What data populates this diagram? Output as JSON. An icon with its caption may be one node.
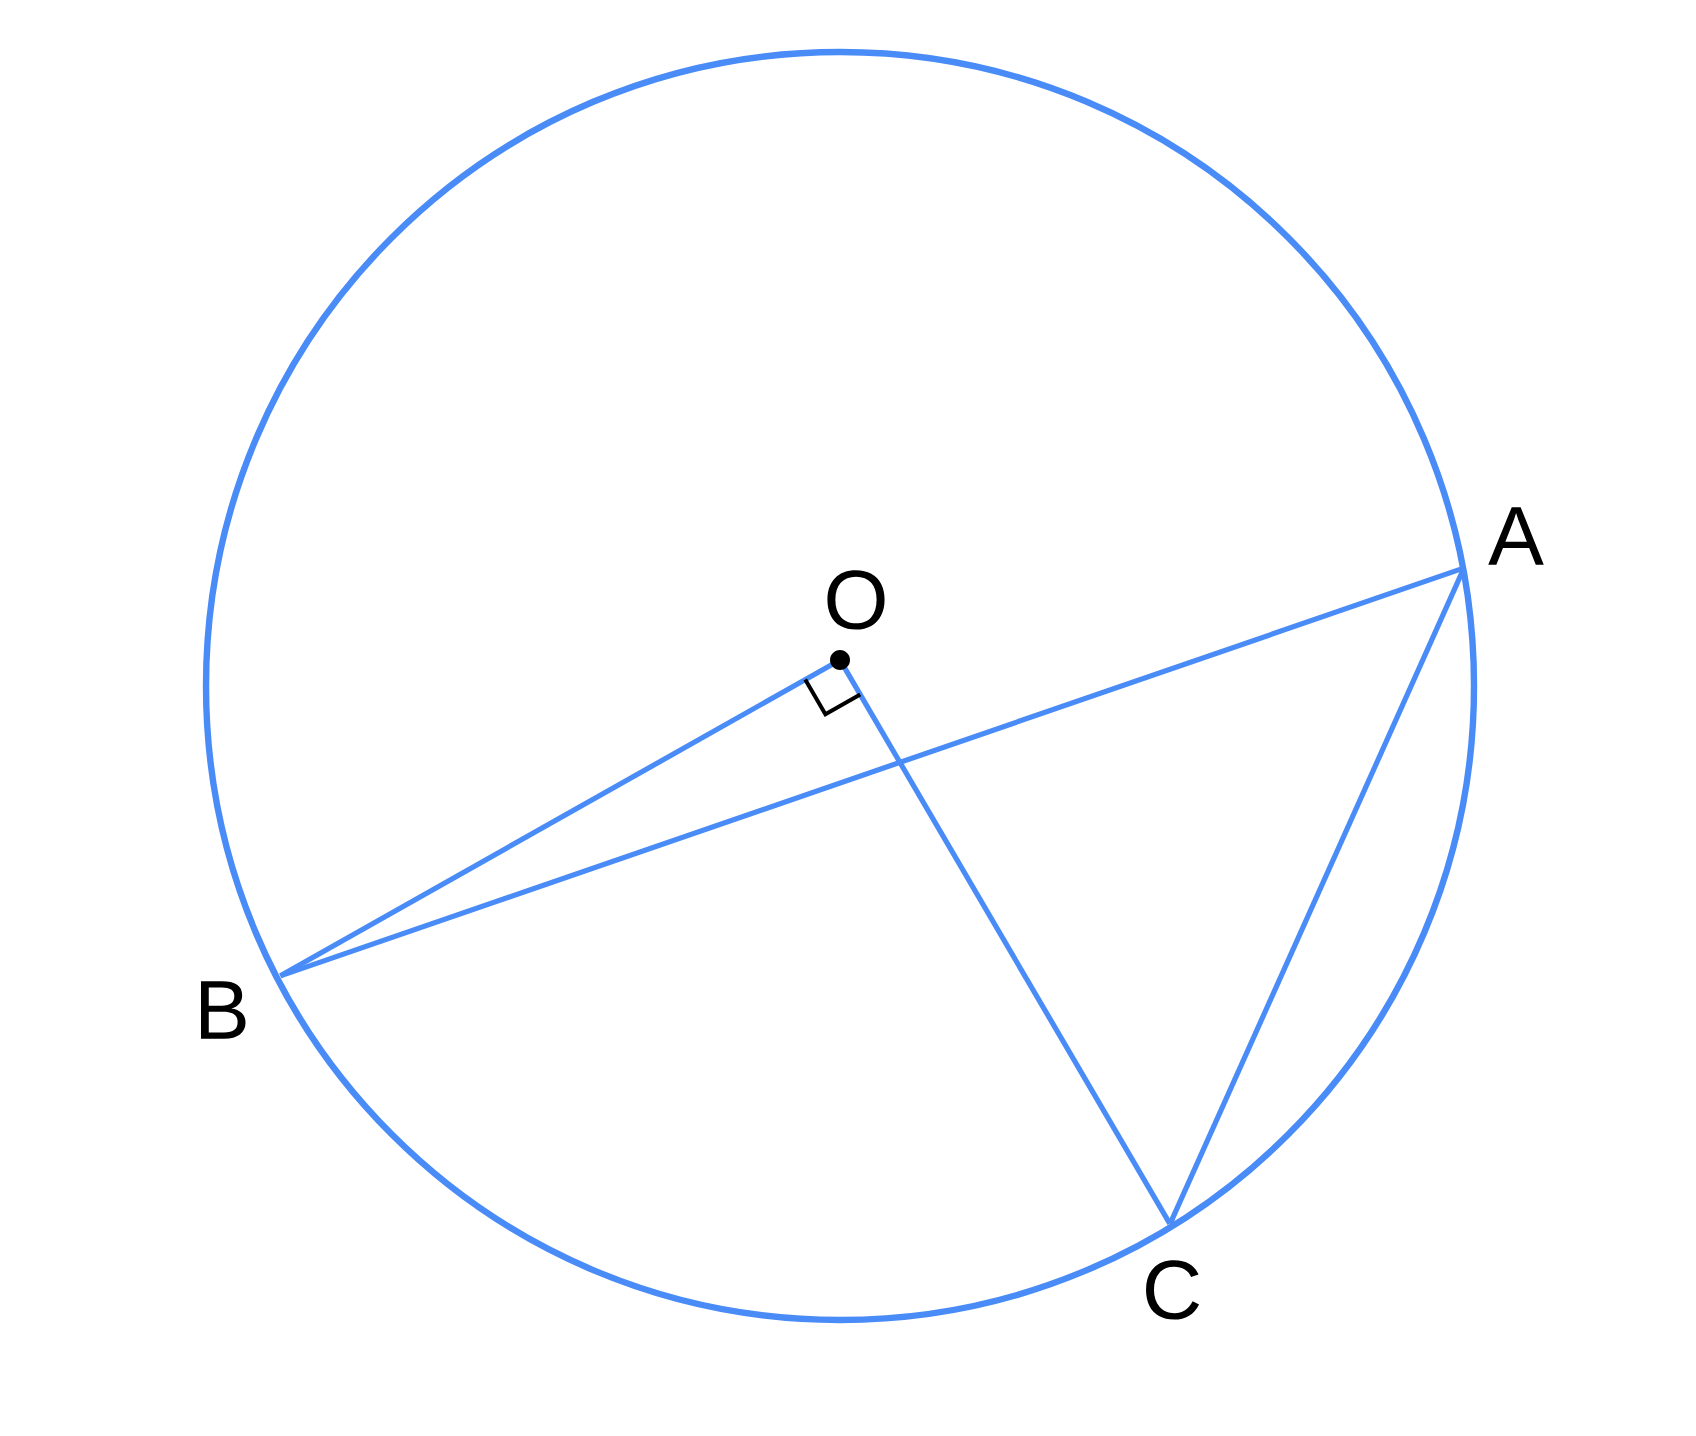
{
  "diagram": {
    "nodes": [
      {
        "text": [
          "O"
        ]
      },
      {
        "text": [
          "A"
        ]
      },
      {
        "text": [
          "B"
        ]
      },
      {
        "text": [
          "C"
        ]
      }
    ],
    "edges": [
      {
        "from": 0,
        "to": 2,
        "arrow": "none"
      },
      {
        "from": 0,
        "to": 3,
        "arrow": "none"
      },
      {
        "from": 2,
        "to": 1,
        "arrow": "none"
      },
      {
        "from": 1,
        "to": 3,
        "arrow": "none"
      }
    ]
  }
}
